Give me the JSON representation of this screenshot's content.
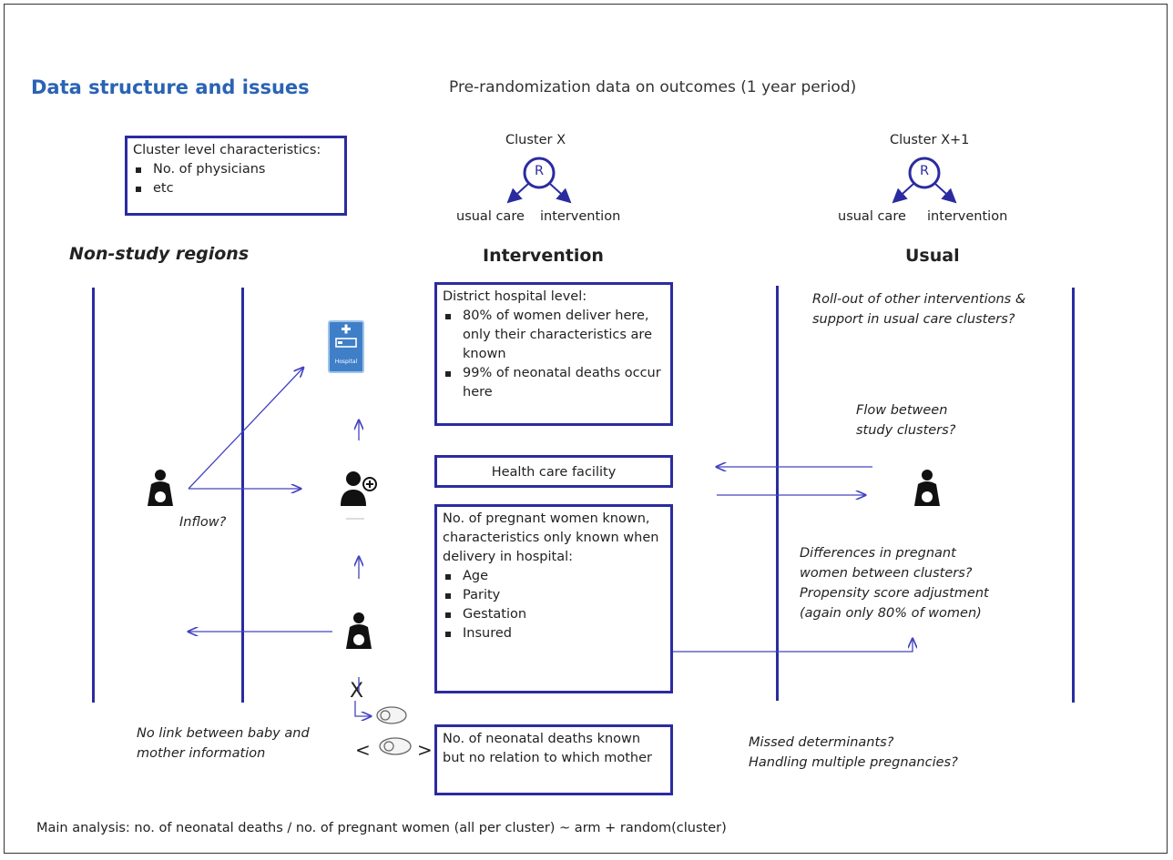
{
  "title": "Data structure and issues",
  "subtitle": "Pre-randomization data on outcomes (1 year period)",
  "cluster_box": {
    "heading": "Cluster level characteristics:",
    "items": [
      "No. of physicians",
      "etc"
    ]
  },
  "clusters": [
    {
      "name": "Cluster X",
      "node": "R",
      "left": "usual care",
      "right": "intervention"
    },
    {
      "name": "Cluster X+1",
      "node": "R",
      "left": "usual care",
      "right": "intervention"
    }
  ],
  "column_headings": {
    "non_study": "Non-study regions",
    "intervention": "Intervention",
    "usual": "Usual"
  },
  "hospital_box": {
    "heading": "District hospital level:",
    "items": [
      "80% of women deliver here, only their characteristics are known",
      "99% of neonatal deaths occur here"
    ]
  },
  "facility_box": "Health care facility",
  "pregnant_box": {
    "heading": "No. of pregnant  women known, characteristics only known when delivery in hospital:",
    "items": [
      "Age",
      "Parity",
      "Gestation",
      "Insured"
    ]
  },
  "deaths_box": "No. of neonatal deaths known but no relation to which mother",
  "notes": {
    "rollout": "Roll-out of other interventions & support in usual care clusters?",
    "flow": "Flow between study clusters?",
    "differences": "Differences in pregnant women between clusters?",
    "propensity": "Propensity score adjustment (again only 80% of women)",
    "inflow": "Inflow?",
    "no_link": "No link between baby and mother information",
    "missed": "Missed determinants?",
    "multiple": "Handling multiple pregnancies?"
  },
  "hospital_sign_label": "Hospital",
  "x_mark": "X",
  "angle_left": "<",
  "angle_right": ">",
  "footer": "Main analysis: no. of neonatal deaths / no. of pregnant women (all per cluster) ~  arm +  random(cluster)",
  "colors": {
    "line": "#2b2ba0",
    "arrow": "#4343c0",
    "title": "#2a63b4"
  },
  "icons": [
    "pregnant-woman-icon",
    "doctor-icon",
    "hospital-sign-icon",
    "baby-icon"
  ]
}
